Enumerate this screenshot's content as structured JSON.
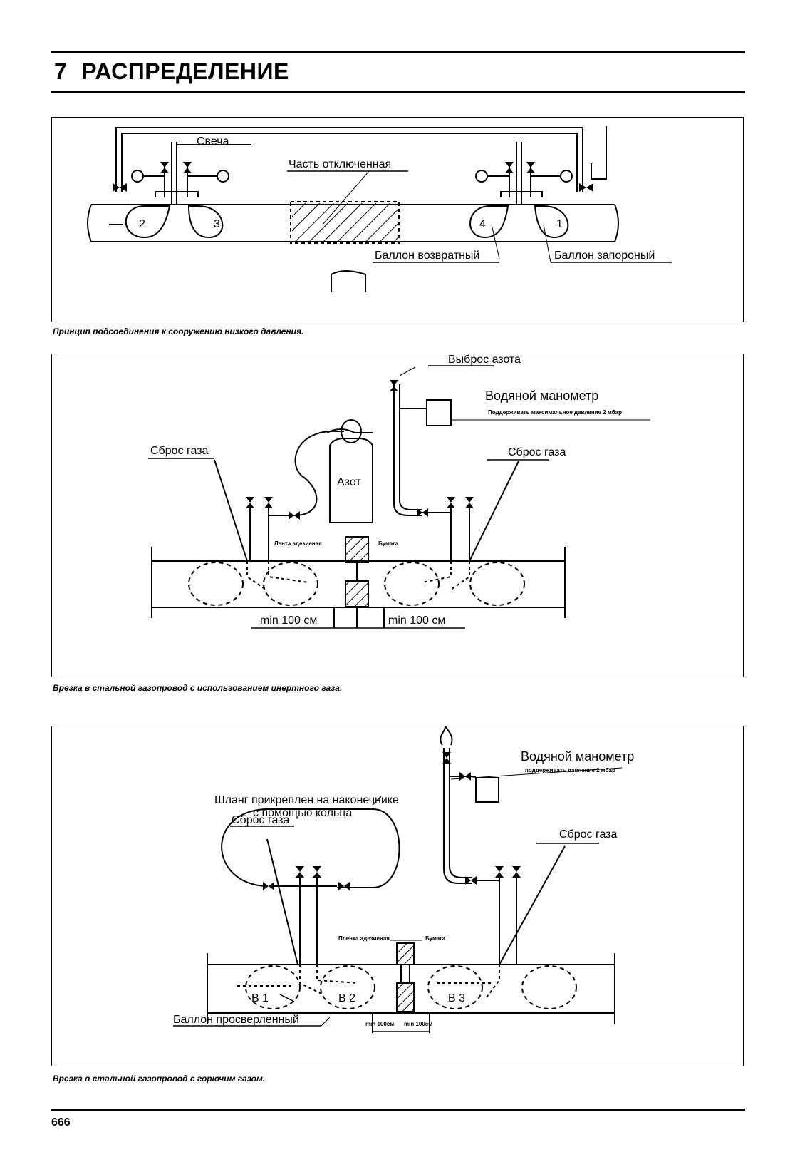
{
  "header": {
    "chapter_number": "7",
    "chapter_title": "РАСПРЕДЕЛЕНИЕ"
  },
  "figure1": {
    "caption": "Принцип подсоединения к сооружению низкого давления.",
    "labels": {
      "candle": "Свеча",
      "disconnected_part": "Часть отключенная",
      "return_balloon": "Баллон возвратный",
      "stop_balloon": "Баллон запороный",
      "n1": "1",
      "n2": "2",
      "n3": "3",
      "n4": "4"
    }
  },
  "figure2": {
    "caption": "Врезка в стальной газопровод с использованием инертного газа.",
    "labels": {
      "nitrogen_release": "Выброс азота",
      "water_gauge": "Водяной манометр",
      "water_gauge_note": "Поддерживать максимальное давление 2 мбар",
      "gas_release_left": "Сброс газа",
      "gas_release_right": "Сброс газа",
      "nitrogen": "Азот",
      "adhesive_tape": "Лента адезиеная",
      "paper": "Бумага",
      "min_left": "min 100 см",
      "min_right": "min 100 см"
    }
  },
  "figure3": {
    "caption": "Врезка в стальной газопровод с горючим газом.",
    "labels": {
      "hose_line1": "Шланг прикреплен на наконечнике",
      "hose_line2": "с помощью кольца",
      "water_gauge": "Водяной манометр",
      "water_gauge_note": "поддерживать давление 2 мбар",
      "gas_release_left": "Сброс газа",
      "gas_release_right": "Сброс газа",
      "adhesive_film": "Пленка адезиеная",
      "paper": "Бумага",
      "b1": "B 1",
      "b2": "B 2",
      "b3": "B 3",
      "drilled_balloon": "Баллон просверленный",
      "min_left": "min 100см",
      "min_right": "min 100см"
    }
  },
  "footer": {
    "page_number": "666"
  }
}
